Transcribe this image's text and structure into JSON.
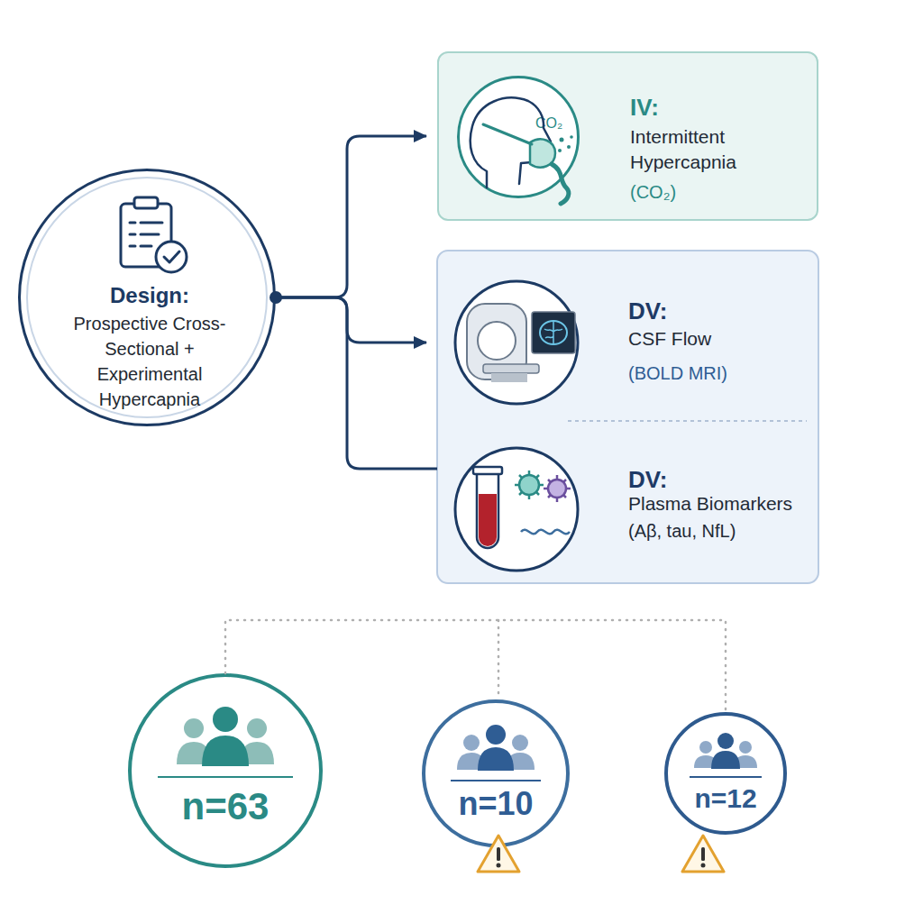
{
  "diagram": {
    "nodes": [
      {
        "text": [
          "Design:",
          "Prospective Cross-Sectional + Experimental Hypercapnia"
        ]
      },
      {
        "text": [
          "IV:",
          "Intermittent Hypercapnia",
          "(CO₂)"
        ]
      },
      {
        "text": [
          "CO₂"
        ],
        "in": 1
      },
      {
        "text": [
          "DV:",
          "CSF Flow",
          "(BOLD MRI)"
        ]
      },
      {
        "text": [
          "DV:",
          "Plasma Biomarkers",
          "(Aβ, tau, NfL)"
        ]
      },
      {
        "text": [
          "n=63"
        ]
      },
      {
        "text": [
          "n=10"
        ]
      },
      {
        "text": [
          "n=12"
        ]
      }
    ],
    "edges": [
      {
        "from": 0,
        "to": 1,
        "arrow": "to"
      },
      {
        "from": 0,
        "to": 3,
        "arrow": "to"
      },
      {
        "from": 0,
        "to": 4,
        "arrow": "none"
      }
    ]
  }
}
